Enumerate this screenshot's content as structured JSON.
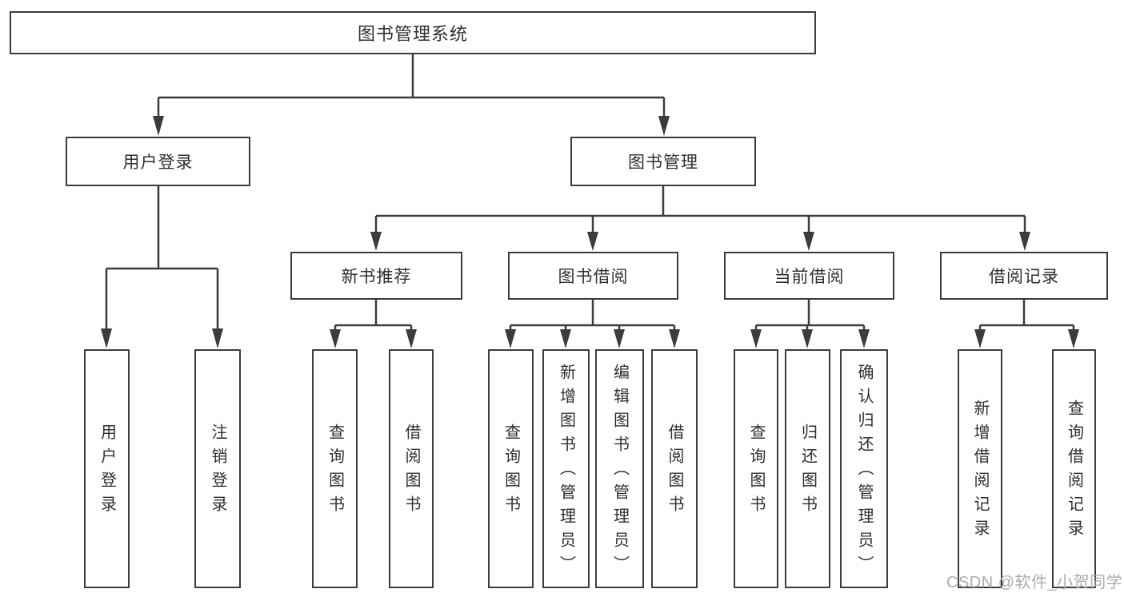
{
  "colors": {
    "line": "#3c3c3c",
    "box_border": "#3c3c3c",
    "box_fill": "#ffffff",
    "text": "#2f2f2f",
    "watermark": "#a8a8a8"
  },
  "diagram": {
    "root": "图书管理系统",
    "branches": [
      {
        "label": "用户登录",
        "children": [
          "用户登录",
          "注销登录"
        ]
      },
      {
        "label": "图书管理",
        "groups": [
          {
            "label": "新书推荐",
            "children": [
              "查询图书",
              "借阅图书"
            ]
          },
          {
            "label": "图书借阅",
            "children": [
              "查询图书",
              "新增图书（管理员）",
              "编辑图书（管理员）",
              "借阅图书"
            ]
          },
          {
            "label": "当前借阅",
            "children": [
              "查询图书",
              "归还图书",
              "确认归还（管理员）"
            ]
          },
          {
            "label": "借阅记录",
            "children": [
              "新增借阅记录",
              "查询借阅记录"
            ]
          }
        ]
      }
    ]
  },
  "watermark": "CSDN @软件_小贺同学"
}
